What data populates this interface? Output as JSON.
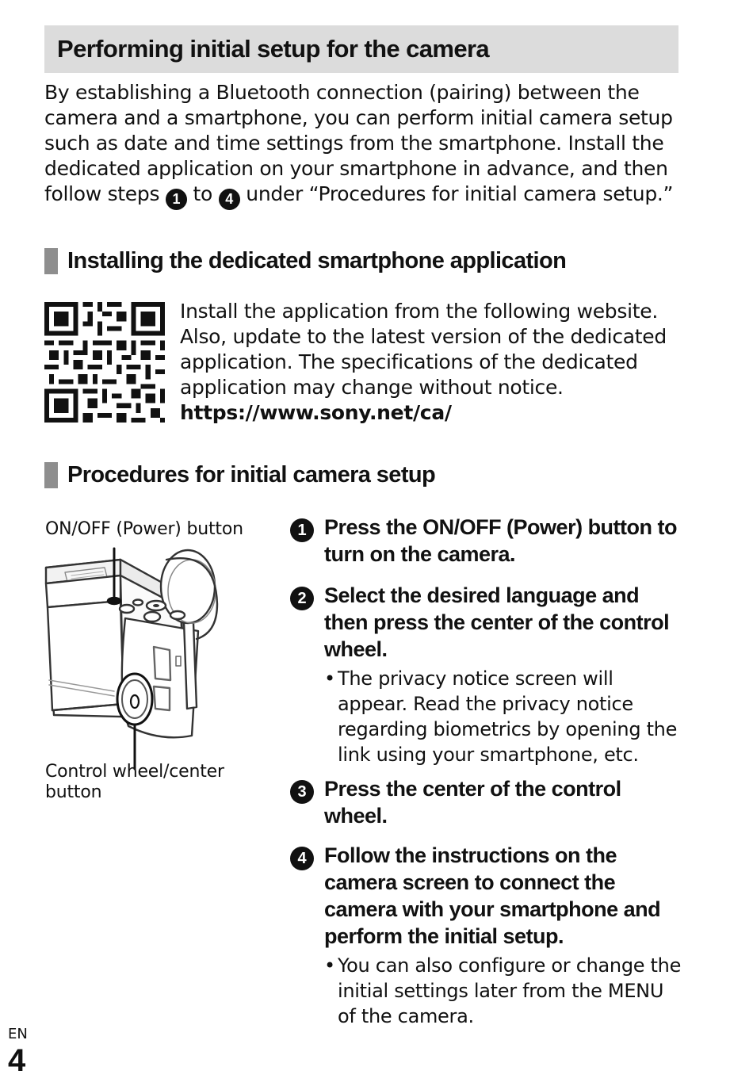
{
  "header": {
    "title": "Performing initial setup for the camera"
  },
  "intro": {
    "before_step1": "By establishing a Bluetooth connection (pairing) between the camera and a smartphone, you can perform initial camera setup such as date and time settings from the smartphone. Install the dedicated application on your smartphone in advance, and then follow steps ",
    "step_start": "1",
    "to_word": " to ",
    "step_end": "4",
    "after_step4": " under “Procedures for initial camera setup.”"
  },
  "install_section": {
    "heading": "Installing the dedicated smartphone application",
    "text": "Install the application from the following website. Also, update to the latest version of the dedicated application. The specifications of the dedicated application may change without notice.",
    "url": "https://www.sony.net/ca/"
  },
  "procedures_section": {
    "heading": "Procedures for initial camera setup",
    "power_label": "ON/OFF (Power) button",
    "wheel_label_line1": "Control wheel/center",
    "wheel_label_line2": "button",
    "steps": [
      {
        "num": "1",
        "text": "Press the ON/OFF (Power) button to turn on the camera."
      },
      {
        "num": "2",
        "text": "Select the desired language and then press the center of the control wheel.",
        "note": "The privacy notice screen will appear. Read the privacy notice regarding biometrics by opening the link using your smartphone, etc."
      },
      {
        "num": "3",
        "text": "Press the center of the control wheel."
      },
      {
        "num": "4",
        "text": "Follow the instructions on the camera screen to connect the camera with your smartphone and perform the initial setup.",
        "note": "You can also configure or change the initial settings later from the MENU of the camera."
      }
    ]
  },
  "footer": {
    "lang": "EN",
    "page": "4"
  }
}
